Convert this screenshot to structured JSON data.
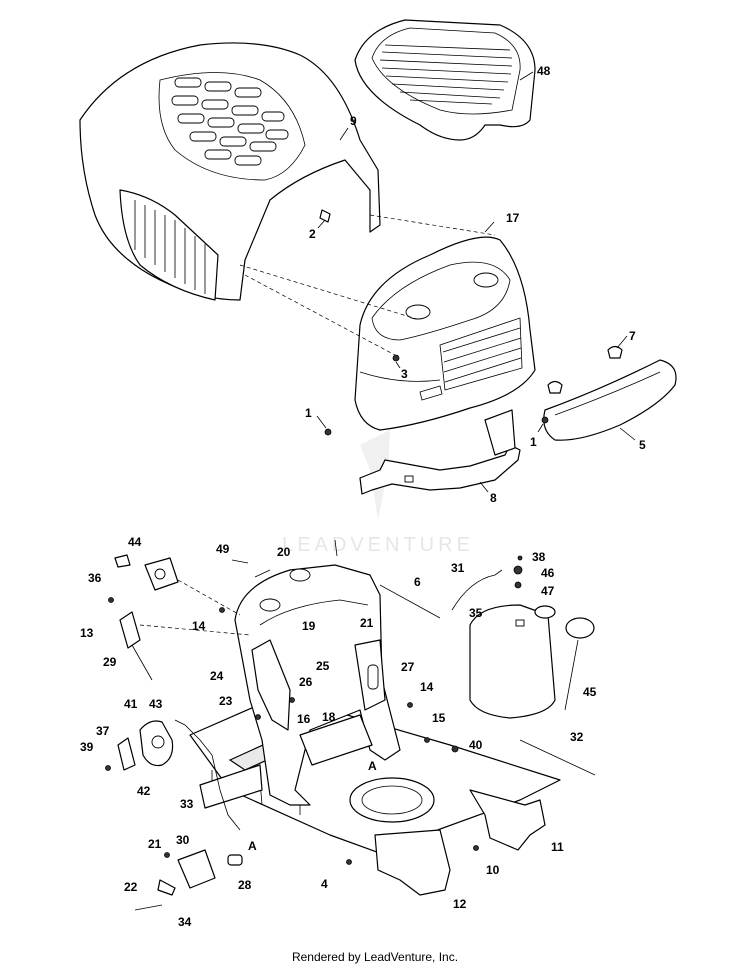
{
  "watermark": "LEADVENTURE",
  "footer": "Rendered by LeadVenture, Inc.",
  "labels": [
    {
      "id": "48",
      "text": "48"
    },
    {
      "id": "9",
      "text": "9"
    },
    {
      "id": "17",
      "text": "17"
    },
    {
      "id": "2",
      "text": "2"
    },
    {
      "id": "3",
      "text": "3"
    },
    {
      "id": "7",
      "text": "7"
    },
    {
      "id": "1a",
      "text": "1"
    },
    {
      "id": "1b",
      "text": "1"
    },
    {
      "id": "5",
      "text": "5"
    },
    {
      "id": "8",
      "text": "8"
    },
    {
      "id": "44",
      "text": "44"
    },
    {
      "id": "49",
      "text": "49"
    },
    {
      "id": "20",
      "text": "20"
    },
    {
      "id": "36",
      "text": "36"
    },
    {
      "id": "13",
      "text": "13"
    },
    {
      "id": "14a",
      "text": "14"
    },
    {
      "id": "29",
      "text": "29"
    },
    {
      "id": "19",
      "text": "19"
    },
    {
      "id": "21a",
      "text": "21"
    },
    {
      "id": "25",
      "text": "25"
    },
    {
      "id": "24",
      "text": "24"
    },
    {
      "id": "26",
      "text": "26"
    },
    {
      "id": "6",
      "text": "6"
    },
    {
      "id": "27",
      "text": "27"
    },
    {
      "id": "14b",
      "text": "14"
    },
    {
      "id": "23",
      "text": "23"
    },
    {
      "id": "16",
      "text": "16"
    },
    {
      "id": "18",
      "text": "18"
    },
    {
      "id": "15",
      "text": "15"
    },
    {
      "id": "40",
      "text": "40"
    },
    {
      "id": "41",
      "text": "41"
    },
    {
      "id": "43",
      "text": "43"
    },
    {
      "id": "37",
      "text": "37"
    },
    {
      "id": "39",
      "text": "39"
    },
    {
      "id": "42",
      "text": "42"
    },
    {
      "id": "33",
      "text": "33"
    },
    {
      "id": "A1",
      "text": "A"
    },
    {
      "id": "38",
      "text": "38"
    },
    {
      "id": "31",
      "text": "31"
    },
    {
      "id": "46",
      "text": "46"
    },
    {
      "id": "47",
      "text": "47"
    },
    {
      "id": "35",
      "text": "35"
    },
    {
      "id": "45",
      "text": "45"
    },
    {
      "id": "32",
      "text": "32"
    },
    {
      "id": "11",
      "text": "11"
    },
    {
      "id": "21b",
      "text": "21"
    },
    {
      "id": "30",
      "text": "30"
    },
    {
      "id": "A2",
      "text": "A"
    },
    {
      "id": "22",
      "text": "22"
    },
    {
      "id": "28",
      "text": "28"
    },
    {
      "id": "34",
      "text": "34"
    },
    {
      "id": "4",
      "text": "4"
    },
    {
      "id": "10",
      "text": "10"
    },
    {
      "id": "12",
      "text": "12"
    }
  ]
}
